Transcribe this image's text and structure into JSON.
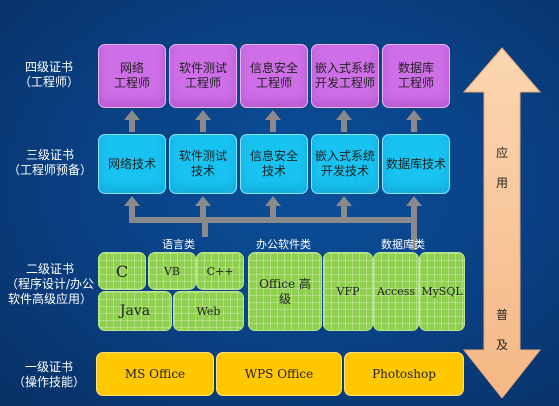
{
  "levels": {
    "level4": "四级证书\n（工程师）",
    "level3": "三级证书\n（工程师预备）",
    "level2": "二级证书\n（程序设计/办公\n软件高级应用）",
    "level1": "一级证书\n（操作技能）"
  },
  "level4_boxes": [
    "网络\n工程师",
    "软件测试\n工程师",
    "信息安全\n工程师",
    "嵌入式系统\n开发工程师",
    "数据库\n工程师"
  ],
  "level3_boxes": [
    "网络技术",
    "软件测试\n技术",
    "信息安全\n技术",
    "嵌入式系统\n开发技术",
    "数据库技术"
  ],
  "categories": {
    "language": "语言类",
    "office": "办公软件类",
    "database": "数据库类"
  },
  "language_boxes": [
    "C",
    "VB",
    "C++",
    "Java",
    "Web"
  ],
  "office_box": "Office 高\n级",
  "database_boxes": [
    "VFP",
    "Access",
    "MySQL"
  ],
  "level1_boxes": [
    "MS Office",
    "WPS Office",
    "Photoshop"
  ],
  "arrow": {
    "top": "应\n用",
    "bottom": "普\n及"
  },
  "colors": {
    "background": "#0a3f82",
    "level4": "#cf6fe8",
    "level3": "#18c3f1",
    "level2": "#8fd14f",
    "level1": "#ffc800",
    "arrow": "#f9c9a0",
    "connector": "#8a8a8a"
  }
}
